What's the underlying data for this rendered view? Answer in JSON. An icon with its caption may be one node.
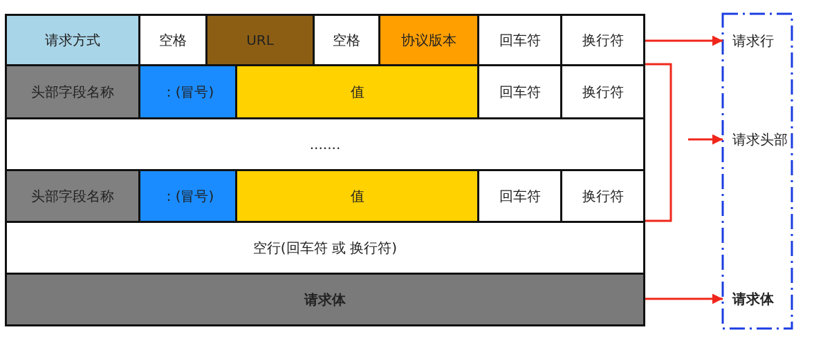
{
  "diagram": {
    "nodes": [
      {
        "text": [
          "请求方式"
        ]
      },
      {
        "text": [
          "空格"
        ]
      },
      {
        "text": [
          "URL"
        ]
      },
      {
        "text": [
          "空格"
        ]
      },
      {
        "text": [
          "协议版本"
        ]
      },
      {
        "text": [
          "回车符"
        ]
      },
      {
        "text": [
          "换行符"
        ]
      },
      {
        "text": [
          "头部字段名称"
        ]
      },
      {
        "text": [
          "：(冒号)"
        ]
      },
      {
        "text": [
          "值"
        ]
      },
      {
        "text": [
          "回车符"
        ]
      },
      {
        "text": [
          "换行符"
        ]
      },
      {
        "text": [
          "......."
        ]
      },
      {
        "text": [
          "头部字段名称"
        ]
      },
      {
        "text": [
          "：(冒号)"
        ]
      },
      {
        "text": [
          "值"
        ]
      },
      {
        "text": [
          "回车符"
        ]
      },
      {
        "text": [
          "换行符"
        ]
      },
      {
        "text": [
          "空行(回车符 或 换行符)"
        ]
      },
      {
        "text": [
          "请求体"
        ]
      },
      {
        "text": [],
        "shape": "box"
      },
      {
        "text": [
          "请求行"
        ],
        "in": 20
      },
      {
        "text": [
          "请求头部"
        ],
        "in": 20
      },
      {
        "text": [
          "请求体"
        ],
        "in": 20
      }
    ],
    "edges": [
      {
        "from": 6,
        "to": 21,
        "arrow": "to"
      },
      {
        "from": null,
        "to": 22,
        "arrow": "to"
      },
      {
        "from": 19,
        "to": 23,
        "arrow": "to"
      }
    ]
  }
}
